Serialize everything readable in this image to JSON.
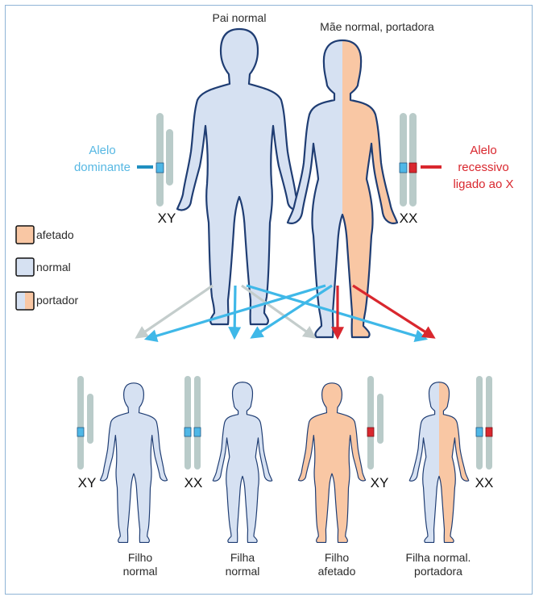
{
  "parents": {
    "father_label": "Pai normal",
    "mother_label": "Mãe normal, portadora",
    "father_karyotype": "XY",
    "mother_karyotype": "XX"
  },
  "alleles": {
    "dominant_line1": "Alelo",
    "dominant_line2": "dominante",
    "recessive_line1": "Alelo",
    "recessive_line2": "recessivo",
    "recessive_line3": "ligado ao X"
  },
  "legend": {
    "affected": "afetado",
    "normal": "normal",
    "carrier": "portador"
  },
  "children": [
    {
      "karyotype": "XY",
      "line1": "Filho",
      "line2": "normal"
    },
    {
      "karyotype": "XX",
      "line1": "Filha",
      "line2": "normal"
    },
    {
      "karyotype": "XY",
      "line1": "Filho",
      "line2": "afetado"
    },
    {
      "karyotype": "XX",
      "line1": "Filha normal.",
      "line2": "portadora"
    }
  ],
  "colors": {
    "normal": "#d6e1f2",
    "affected": "#f9c7a4",
    "outline": "#1f3d73",
    "dominant_allele": "#4fb7e6",
    "recessive_allele": "#d9272e",
    "chromosome": "#b9cbc9",
    "arrow_gray": "#c4cdcc",
    "arrow_blue": "#3fb8e8",
    "arrow_red": "#d9272e"
  }
}
